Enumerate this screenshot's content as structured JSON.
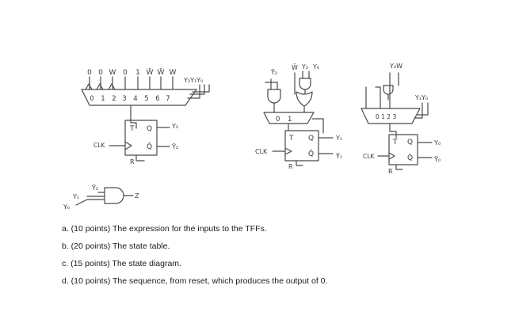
{
  "circuit1": {
    "mux_inputs": [
      "0",
      "0",
      "W",
      "0",
      "1",
      "W̄",
      "W̄",
      "W"
    ],
    "mux_select_numbers": [
      "0",
      "1",
      "2",
      "3",
      "4",
      "5",
      "6",
      "7"
    ],
    "mux_select_label": "Y₂Y₁Y₀",
    "ff_t": "T",
    "ff_q": "Q",
    "ff_qbar": "Q̄",
    "out_q": "Y₂",
    "out_qbar": "Ȳ₂",
    "clk": "CLK",
    "reset": "R"
  },
  "circuit2": {
    "gate_top_labels": [
      "Ȳ₂",
      "W̄",
      "Y₂",
      "Y₀"
    ],
    "mux_numbers": [
      "0",
      "1"
    ],
    "ff_t": "T",
    "ff_q": "Q",
    "ff_qbar": "Q̄",
    "out_q": "Y₁",
    "out_qbar": "Ȳ₁",
    "clk": "CLK",
    "reset": "R"
  },
  "circuit3": {
    "top_label": "Y₂W",
    "mux_numbers": "0 1 2 3",
    "select_label": "Y₁Y₀",
    "ff_t": "T",
    "ff_q": "Q",
    "ff_qbar": "Q̄",
    "out_q": "Y₀",
    "out_qbar": "Ȳ₀",
    "clk": "CLK",
    "reset": "R"
  },
  "output_gate": {
    "inputs": [
      "Ȳ₂",
      "Y₁",
      "Y₀"
    ],
    "output": "Z"
  },
  "questions": [
    "a. (10 points) The expression for the inputs to the TFFs.",
    "b. (20 points) The state table.",
    "c. (15 points) The state diagram.",
    "d. (10 points) The sequence, from reset, which produces the output of 0."
  ]
}
